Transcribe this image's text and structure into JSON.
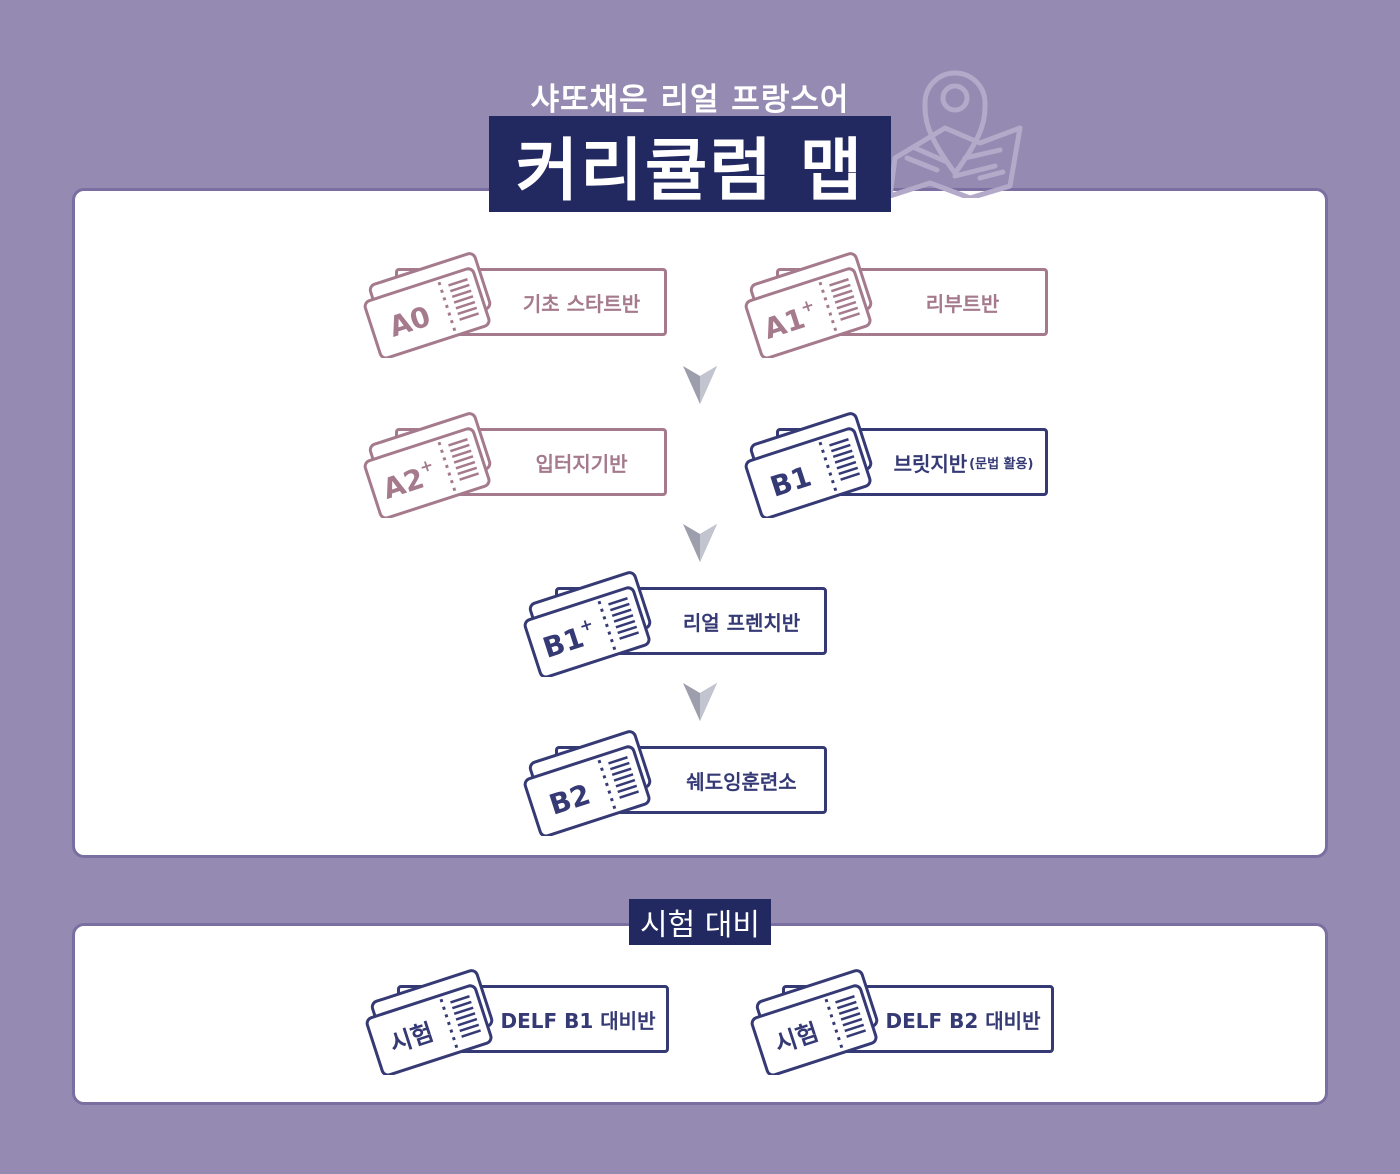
{
  "header": {
    "subtitle": "샤또채은 리얼 프랑스어",
    "title": "커리큘럼 맵"
  },
  "colors": {
    "background": "#958ab2",
    "navy": "#222860",
    "ticket_pink": "#a57a8c",
    "ticket_navy": "#353a75",
    "arrow": "#9c9eab"
  },
  "courses": [
    {
      "code": "A0",
      "sup": "",
      "name": "기초 스타트반",
      "note": ""
    },
    {
      "code": "A1",
      "sup": "+",
      "name": "리부트반",
      "note": ""
    },
    {
      "code": "A2",
      "sup": "+",
      "name": "입터지기반",
      "note": ""
    },
    {
      "code": "B1",
      "sup": "",
      "name": "브릿지반",
      "note": "(문법 활용)"
    },
    {
      "code": "B1",
      "sup": "+",
      "name": "리얼 프렌치반",
      "note": ""
    },
    {
      "code": "B2",
      "sup": "",
      "name": "쉐도잉훈련소",
      "note": ""
    }
  ],
  "exam": {
    "label": "시험 대비",
    "items": [
      {
        "code": "시험",
        "name": "DELF B1 대비반"
      },
      {
        "code": "시험",
        "name": "DELF B2 대비반"
      }
    ]
  },
  "icons": {
    "decoration": "map-pin-icon",
    "ticket": "ticket-icon",
    "flow_arrow": "arrow-down-icon"
  }
}
